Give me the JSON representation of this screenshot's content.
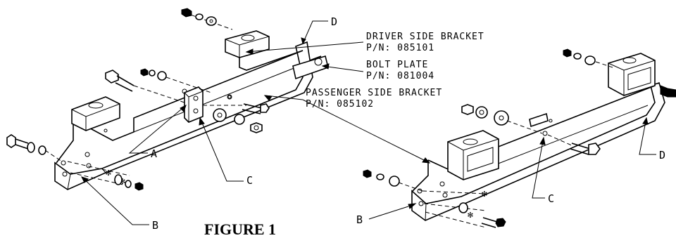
{
  "callouts": {
    "d_top": "D",
    "a": "A",
    "c_left": "C",
    "b_left": "B",
    "b_right": "B",
    "c_right": "C",
    "d_right": "D"
  },
  "parts": {
    "driver_bracket_name": "DRIVER SIDE BRACKET",
    "driver_bracket_pn": "P/N: 085101",
    "bolt_plate_name": "BOLT PLATE",
    "bolt_plate_pn": "P/N: 081004",
    "passenger_bracket_name": "PASSENGER SIDE BRACKET",
    "passenger_bracket_pn": "P/N: 085102"
  },
  "figure_label": "FIGURE 1"
}
